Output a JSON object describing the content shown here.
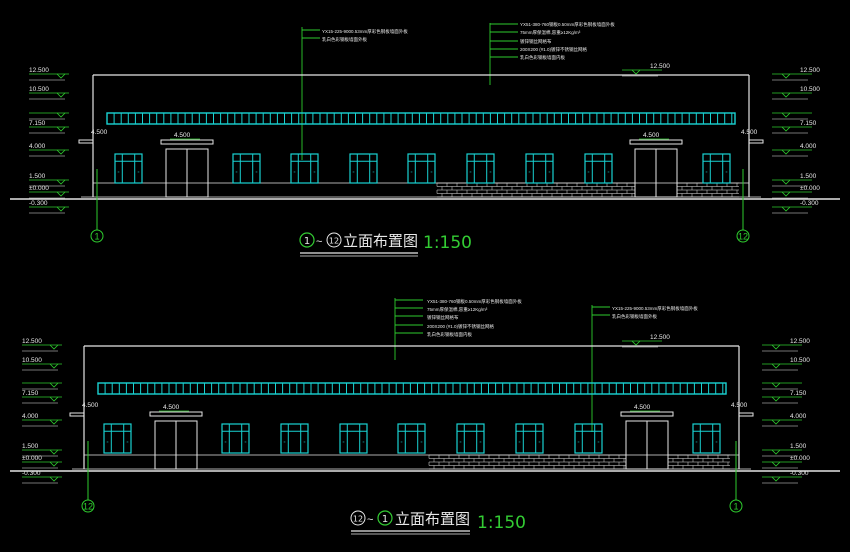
{
  "colors": {
    "background": "#000000",
    "outline": "#e6e6e6",
    "window": "#19d3d3",
    "annotation": "#2ecc2e"
  },
  "drawings": [
    {
      "id": "elevation-1-12",
      "title_from_axis": "1",
      "title_to_axis": "12",
      "title_sep": "~",
      "title_text": "立面布置图",
      "scale": "1:150",
      "left_axis": "1",
      "right_axis": "12",
      "left_levels": [
        "12.500",
        "10.500",
        "",
        "7.150",
        "4.000",
        "1.500",
        "±0.000",
        "-0.300"
      ],
      "right_levels": [
        "12.500",
        "10.500",
        "",
        "7.150",
        "4.000",
        "1.500",
        "±0.000",
        "-0.300"
      ],
      "roof_level": "12.500",
      "canopy_levels": [
        "4.500",
        "4.500",
        "4.500",
        "4.500"
      ],
      "notes_a": [
        "YX15-225-9000.53mm厚彩色钢板墙面外板",
        "乳白色彩钢板墙面外板"
      ],
      "notes_b": [
        "YX51-380-760钢板0.50mm厚彩色钢板墙面外板",
        "75mm厚保温棉,容重≥12Kg/m³",
        "镀锌钢丝网格布",
        "200X200 (#1.0)镀锌不锈钢丝网格",
        "乳白色彩钢板墙面内板"
      ]
    },
    {
      "id": "elevation-12-1",
      "title_from_axis": "12",
      "title_to_axis": "1",
      "title_sep": "~",
      "title_text": "立面布置图",
      "scale": "1:150",
      "left_axis": "12",
      "right_axis": "1",
      "left_levels": [
        "12.500",
        "10.500",
        "",
        "7.150",
        "4.000",
        "1.500",
        "±0.000",
        "-0.300"
      ],
      "right_levels": [
        "12.500",
        "10.500",
        "",
        "7.150",
        "4.000",
        "1.500",
        "±0.000",
        "-0.300"
      ],
      "roof_level": "12.500",
      "canopy_levels": [
        "4.500",
        "4.500",
        "4.500",
        "4.500"
      ],
      "notes_a": [
        "YX15-225-9000.53mm厚彩色钢板墙面外板",
        "乳白色彩钢板墙面外板"
      ],
      "notes_b": [
        "YX51-380-760钢板0.50mm厚彩色钢板墙面外板",
        "75mm厚保温棉,容重≥12Kg/m³",
        "镀锌钢丝网格布",
        "200X200 (#1.0)镀锌不锈钢丝网格",
        "乳白色彩钢板墙面内板"
      ]
    }
  ]
}
